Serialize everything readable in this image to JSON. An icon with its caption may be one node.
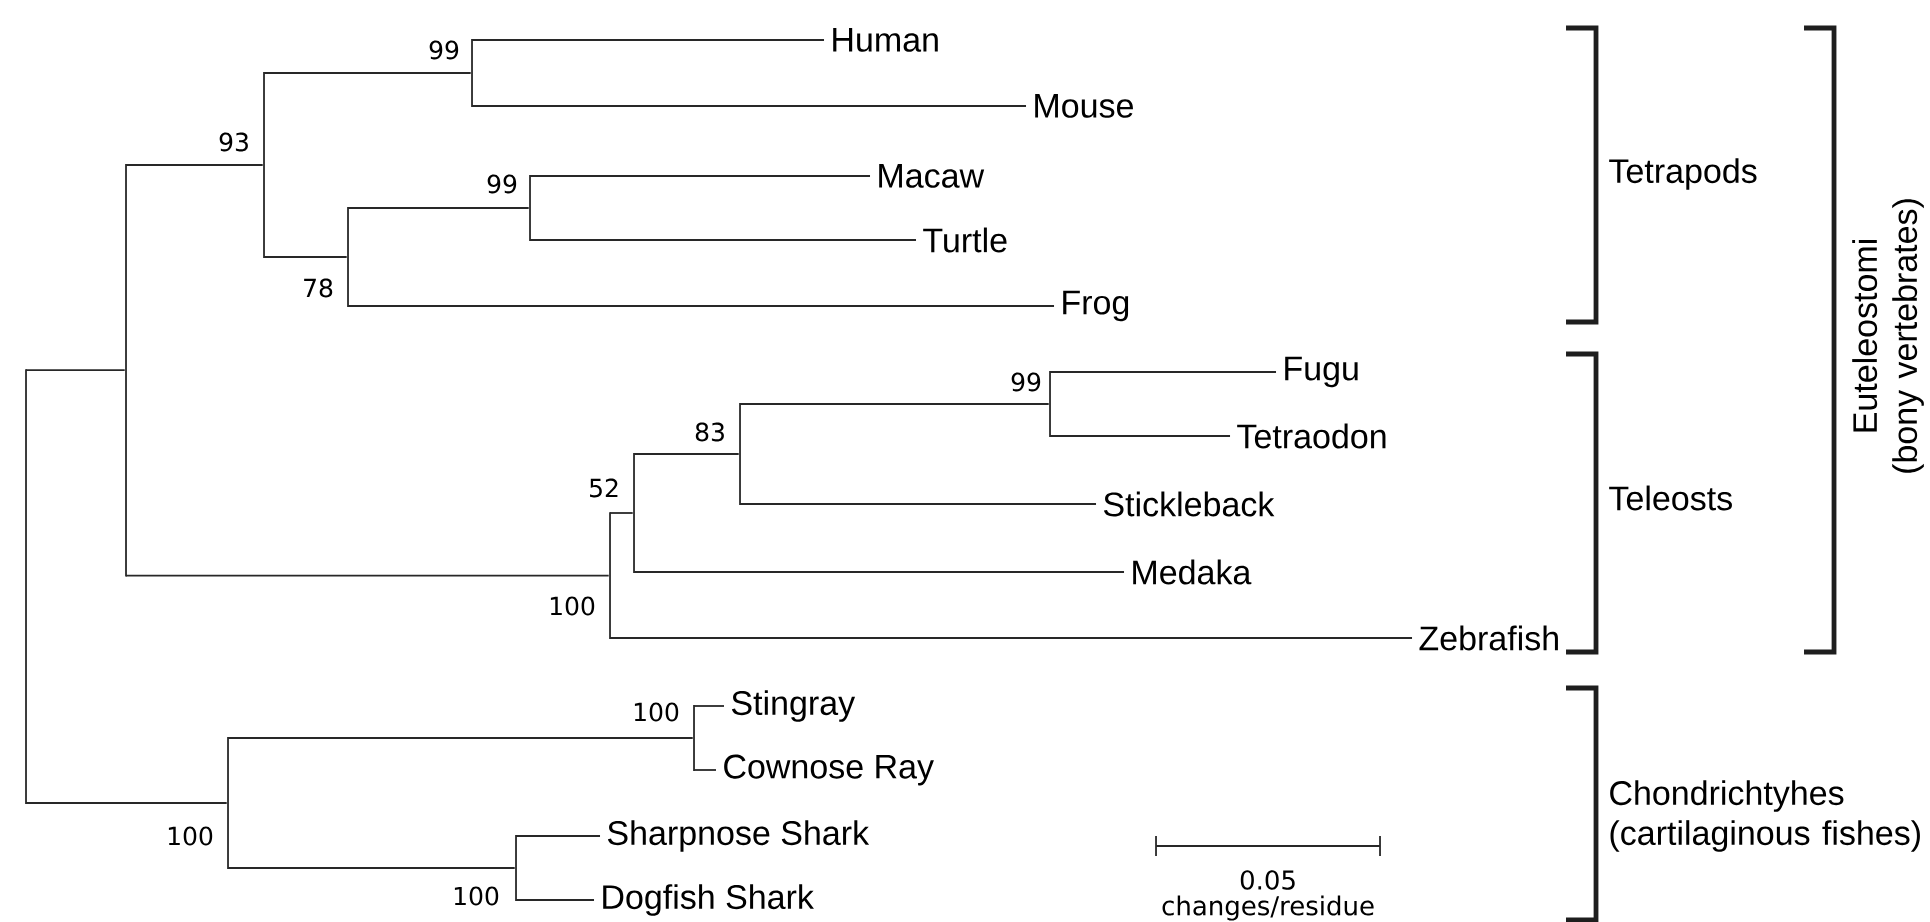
{
  "diagram": {
    "nodes": [
      {
        "text": [
          "Human"
        ]
      },
      {
        "text": [
          "Mouse"
        ]
      },
      {
        "text": [
          "Macaw"
        ]
      },
      {
        "text": [
          "Turtle"
        ]
      },
      {
        "text": [
          "Frog"
        ]
      },
      {
        "text": [
          "Fugu"
        ]
      },
      {
        "text": [
          "Tetraodon"
        ]
      },
      {
        "text": [
          "Stickleback"
        ]
      },
      {
        "text": [
          "Medaka"
        ]
      },
      {
        "text": [
          "Zebrafish"
        ]
      },
      {
        "text": [
          "Stingray"
        ]
      },
      {
        "text": [
          "Cownose Ray"
        ]
      },
      {
        "text": [
          "Sharpnose Shark"
        ]
      },
      {
        "text": [
          "Dogfish Shark"
        ]
      },
      {
        "text": [],
        "shape": "bar"
      },
      {
        "text": [],
        "shape": "bar"
      },
      {
        "text": [],
        "shape": "bar",
        "beside": [
          "100"
        ]
      },
      {
        "text": [],
        "shape": "bar",
        "beside": [
          "93"
        ]
      },
      {
        "text": [],
        "shape": "bar",
        "beside": [
          "78"
        ]
      },
      {
        "text": [],
        "shape": "bar",
        "beside": [
          "99"
        ]
      },
      {
        "text": [],
        "shape": "bar",
        "beside": [
          "100"
        ]
      },
      {
        "text": [],
        "shape": "bar",
        "beside": [
          "99"
        ]
      },
      {
        "text": [],
        "shape": "bar",
        "beside": [
          "100"
        ]
      },
      {
        "text": [],
        "shape": "bar",
        "beside": [
          "52"
        ]
      },
      {
        "text": [],
        "shape": "bar",
        "beside": [
          "100"
        ]
      },
      {
        "text": [],
        "shape": "bar",
        "beside": [
          "83"
        ]
      },
      {
        "text": [],
        "shape": "bar",
        "beside": [
          "99"
        ]
      }
    ],
    "edges": [
      {
        "from": 19,
        "to": 0,
        "arrow": "none"
      },
      {
        "from": 19,
        "to": 1,
        "arrow": "none"
      },
      {
        "from": 21,
        "to": 2,
        "arrow": "none"
      },
      {
        "from": 21,
        "to": 3,
        "arrow": "none"
      },
      {
        "from": 18,
        "to": 21,
        "arrow": "none"
      },
      {
        "from": 18,
        "to": 4,
        "arrow": "none"
      },
      {
        "from": 17,
        "to": 19,
        "arrow": "none"
      },
      {
        "from": 17,
        "to": 18,
        "arrow": "none"
      },
      {
        "from": 26,
        "to": 5,
        "arrow": "none"
      },
      {
        "from": 26,
        "to": 6,
        "arrow": "none"
      },
      {
        "from": 25,
        "to": 26,
        "arrow": "none"
      },
      {
        "from": 25,
        "to": 7,
        "arrow": "none"
      },
      {
        "from": 23,
        "to": 25,
        "arrow": "none"
      },
      {
        "from": 23,
        "to": 8,
        "arrow": "none"
      },
      {
        "from": 22,
        "to": 23,
        "arrow": "none"
      },
      {
        "from": 22,
        "to": 9,
        "arrow": "none"
      },
      {
        "from": 15,
        "to": 17,
        "arrow": "none"
      },
      {
        "from": 15,
        "to": 22,
        "arrow": "none"
      },
      {
        "from": 24,
        "to": 10,
        "arrow": "none"
      },
      {
        "from": 24,
        "to": 11,
        "arrow": "none"
      },
      {
        "from": 20,
        "to": 12,
        "arrow": "none"
      },
      {
        "from": 20,
        "to": 13,
        "arrow": "none"
      },
      {
        "from": 16,
        "to": 24,
        "arrow": "none"
      },
      {
        "from": 16,
        "to": 20,
        "arrow": "none"
      },
      {
        "from": 14,
        "to": 15,
        "arrow": "none"
      },
      {
        "from": 14,
        "to": 16,
        "arrow": "none"
      }
    ],
    "labels": [
      "Tetrapods",
      "Euteleostomi (bony vertebrates)",
      "Teleosts",
      "Chondrichtyhes (cartilaginous fishes)",
      "0.05",
      "changes/residue"
    ]
  }
}
